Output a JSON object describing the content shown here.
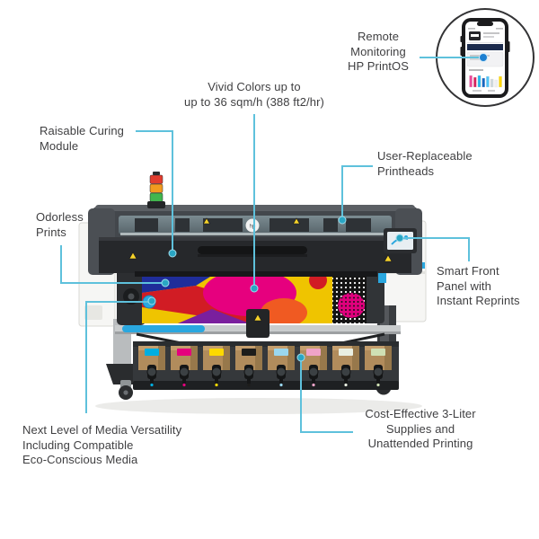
{
  "callouts": {
    "remote_monitoring": {
      "lines": [
        "Remote",
        "Monitoring",
        "HP PrintOS"
      ]
    },
    "vivid_colors": {
      "lines": [
        "Vivid Colors up to",
        "up to 36 sqm/h (388 ft2/hr)"
      ]
    },
    "raisable_curing": {
      "lines": [
        "Raisable Curing",
        "Module"
      ]
    },
    "odorless_prints": {
      "lines": [
        "Odorless",
        "Prints"
      ]
    },
    "printheads": {
      "lines": [
        "User-Replaceable",
        "Printheads"
      ]
    },
    "smart_panel": {
      "lines": [
        "Smart Front",
        "Panel with",
        "Instant Reprints"
      ]
    },
    "media_versatility": {
      "lines": [
        "Next Level of Media Versatility",
        "Including Compatible",
        "Eco-Conscious Media"
      ]
    },
    "supplies": {
      "lines": [
        "Cost-Effective 3-Liter",
        "Supplies and",
        "Unattended Printing"
      ]
    }
  },
  "colors": {
    "leader_line": "#5ec1dc",
    "leader_dot": "#2aa6c4",
    "leader_dot_ring": "#9fdcec",
    "phone_dot": "#1d7fd1",
    "text": "#3f3f41",
    "accent_blue": "#2aa7df"
  },
  "printer": {
    "ink_label_colors": [
      "#00aee0",
      "#e5007d",
      "#fdd900",
      "#1d1d1b",
      "#9ad7ef",
      "#f0a3c8",
      "#e9efe2",
      "#cfe0b4"
    ],
    "beacon_colors": [
      "#e23c2e",
      "#f29a1f",
      "#41b64e"
    ],
    "phone_ink_bars": [
      "#ec4899",
      "#d6225e",
      "#29b6e8",
      "#1565c0",
      "#4fc3f7",
      "#cfd8dc",
      "#efefef",
      "#ffd600"
    ],
    "phone_bar_heights": [
      13,
      11,
      13,
      10,
      12,
      9,
      8,
      12
    ]
  }
}
